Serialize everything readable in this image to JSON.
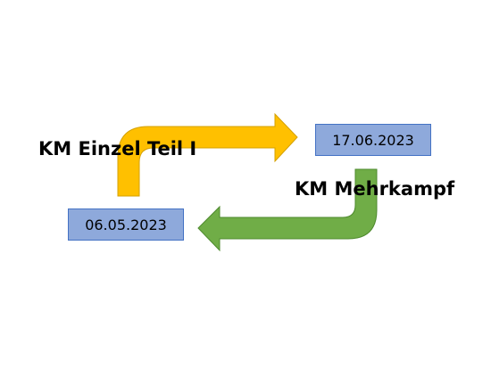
{
  "arrows": {
    "top": {
      "color_fill": "#ffc000",
      "color_stroke": "#d4a000",
      "direction": "right"
    },
    "bottom": {
      "color_fill": "#70ad47",
      "color_stroke": "#4e8a2e",
      "direction": "left"
    }
  },
  "boxes": {
    "right": {
      "date": "17.06.2023",
      "fill": "#8ea9db",
      "border": "#4472c4"
    },
    "left": {
      "date": "06.05.2023",
      "fill": "#8ea9db",
      "border": "#4472c4"
    }
  },
  "labels": {
    "top": "KM Einzel Teil I",
    "bottom": "KM Mehrkampf"
  }
}
